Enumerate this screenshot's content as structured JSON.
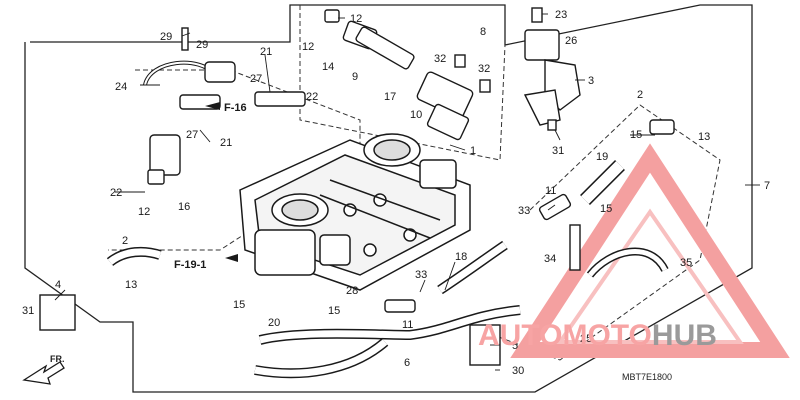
{
  "diagram": {
    "callouts": [
      {
        "id": "c29a",
        "text": "29"
      },
      {
        "id": "c29b",
        "text": "29"
      },
      {
        "id": "c21a",
        "text": "21"
      },
      {
        "id": "c27a",
        "text": "27"
      },
      {
        "id": "c24",
        "text": "24"
      },
      {
        "id": "c22a",
        "text": "22"
      },
      {
        "id": "c27b",
        "text": "27"
      },
      {
        "id": "c21b",
        "text": "21"
      },
      {
        "id": "c12a",
        "text": "12"
      },
      {
        "id": "c12b",
        "text": "12"
      },
      {
        "id": "c14",
        "text": "14"
      },
      {
        "id": "c9",
        "text": "9"
      },
      {
        "id": "c8",
        "text": "8"
      },
      {
        "id": "c32a",
        "text": "32"
      },
      {
        "id": "c32b",
        "text": "32"
      },
      {
        "id": "c17",
        "text": "17"
      },
      {
        "id": "c10",
        "text": "10"
      },
      {
        "id": "c1",
        "text": "1"
      },
      {
        "id": "c23",
        "text": "23"
      },
      {
        "id": "c26",
        "text": "26"
      },
      {
        "id": "c3",
        "text": "3"
      },
      {
        "id": "c31a",
        "text": "31"
      },
      {
        "id": "c2a",
        "text": "2"
      },
      {
        "id": "c15a",
        "text": "15"
      },
      {
        "id": "c13a",
        "text": "13"
      },
      {
        "id": "c19",
        "text": "19"
      },
      {
        "id": "c7",
        "text": "7"
      },
      {
        "id": "c22b",
        "text": "22"
      },
      {
        "id": "c12c",
        "text": "12"
      },
      {
        "id": "c16",
        "text": "16"
      },
      {
        "id": "c2b",
        "text": "2"
      },
      {
        "id": "c13b",
        "text": "13"
      },
      {
        "id": "c4",
        "text": "4"
      },
      {
        "id": "c31b",
        "text": "31"
      },
      {
        "id": "c11a",
        "text": "11"
      },
      {
        "id": "c15b",
        "text": "15"
      },
      {
        "id": "c33a",
        "text": "33"
      },
      {
        "id": "c34",
        "text": "34"
      },
      {
        "id": "c35",
        "text": "35"
      },
      {
        "id": "c18",
        "text": "18"
      },
      {
        "id": "c33b",
        "text": "33"
      },
      {
        "id": "c28",
        "text": "28"
      },
      {
        "id": "c15c",
        "text": "15"
      },
      {
        "id": "c11b",
        "text": "11"
      },
      {
        "id": "c15d",
        "text": "15"
      },
      {
        "id": "c20",
        "text": "20"
      },
      {
        "id": "c6",
        "text": "6"
      },
      {
        "id": "c5",
        "text": "5"
      },
      {
        "id": "c30",
        "text": "30"
      },
      {
        "id": "c25",
        "text": "25"
      }
    ],
    "refs": {
      "f16": "F-16",
      "f191": "F-19-1"
    },
    "direction": "FR.",
    "drawing_code": "MBT7E1800"
  },
  "watermark": {
    "part1": "AUTOMOTO",
    "part2": "HUB",
    "color": "#f04848"
  }
}
